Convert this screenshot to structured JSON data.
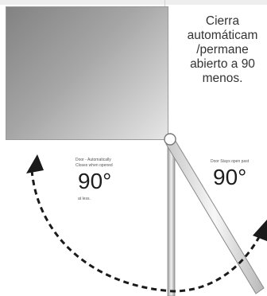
{
  "caption": {
    "lines": [
      "Cierra",
      "automáticam",
      "/permane",
      "abierto a 90",
      "menos."
    ]
  },
  "left_note": {
    "line1": "Door - Automatically",
    "line2": "Closes when opened",
    "line3": "at less."
  },
  "left_angle": "90°",
  "right_note": "Door Stays open past",
  "right_angle": "90°",
  "colors": {
    "arrow": "#1a1a1a",
    "door": "#a6a6a6",
    "text": "#333333"
  }
}
